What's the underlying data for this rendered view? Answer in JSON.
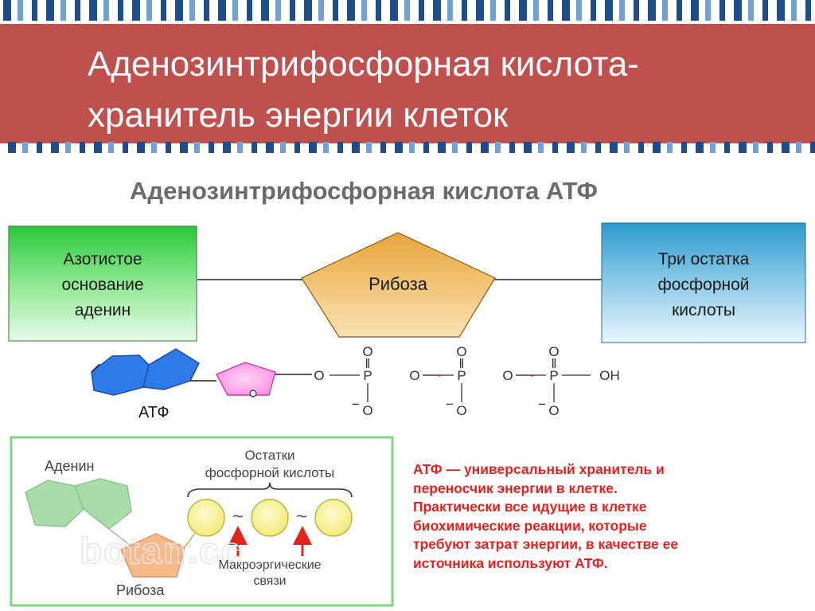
{
  "header": {
    "title_line1": "Аденозинтрифосфорная кислота-",
    "title_line2": "хранитель энергии  клеток",
    "background_color": "#c0504d",
    "stripe_colors": [
      "#1e4d8c",
      "#6fa0d6"
    ]
  },
  "atp_schema": {
    "heading": "Аденозинтрифосфорная кислота  АТФ",
    "left_box": {
      "lines": [
        "Азотистое",
        "основание",
        "аденин"
      ],
      "color": "#2ecc40"
    },
    "center_shape": {
      "label": "Рибоза",
      "color": "#f0b040"
    },
    "right_box": {
      "lines": [
        "Три остатка",
        "фосфорной",
        "кислоты"
      ],
      "color": "#3aa0d0"
    }
  },
  "formula": {
    "caption": "АТФ",
    "top_oxygen": "O",
    "bottom_oxygen": "O",
    "phosphorus": "P",
    "bridge_oxygen": "O",
    "terminal_group": "OH",
    "minus": "−",
    "tilde": "~",
    "double_bond": "‖"
  },
  "lower_diagram": {
    "adenine_label": "Аденин",
    "phosphate_label_line1": "Остатки",
    "phosphate_label_line2": "фосфорной кислоты",
    "ribose_label": "Рибоза",
    "bonds_label_line1": "Макроэргические",
    "bonds_label_line2": "связи",
    "watermark": "botan.cc",
    "tilde": "~"
  },
  "info": {
    "lines": [
      "АТФ — универсальный хранитель и",
      "переносчик энергии в клетке.",
      "Практически все идущие в клетке",
      "биохимические реакции, которые",
      "требуют затрат энергии, в качестве ее",
      "источника используют АТФ."
    ],
    "color": "#e8201e"
  }
}
